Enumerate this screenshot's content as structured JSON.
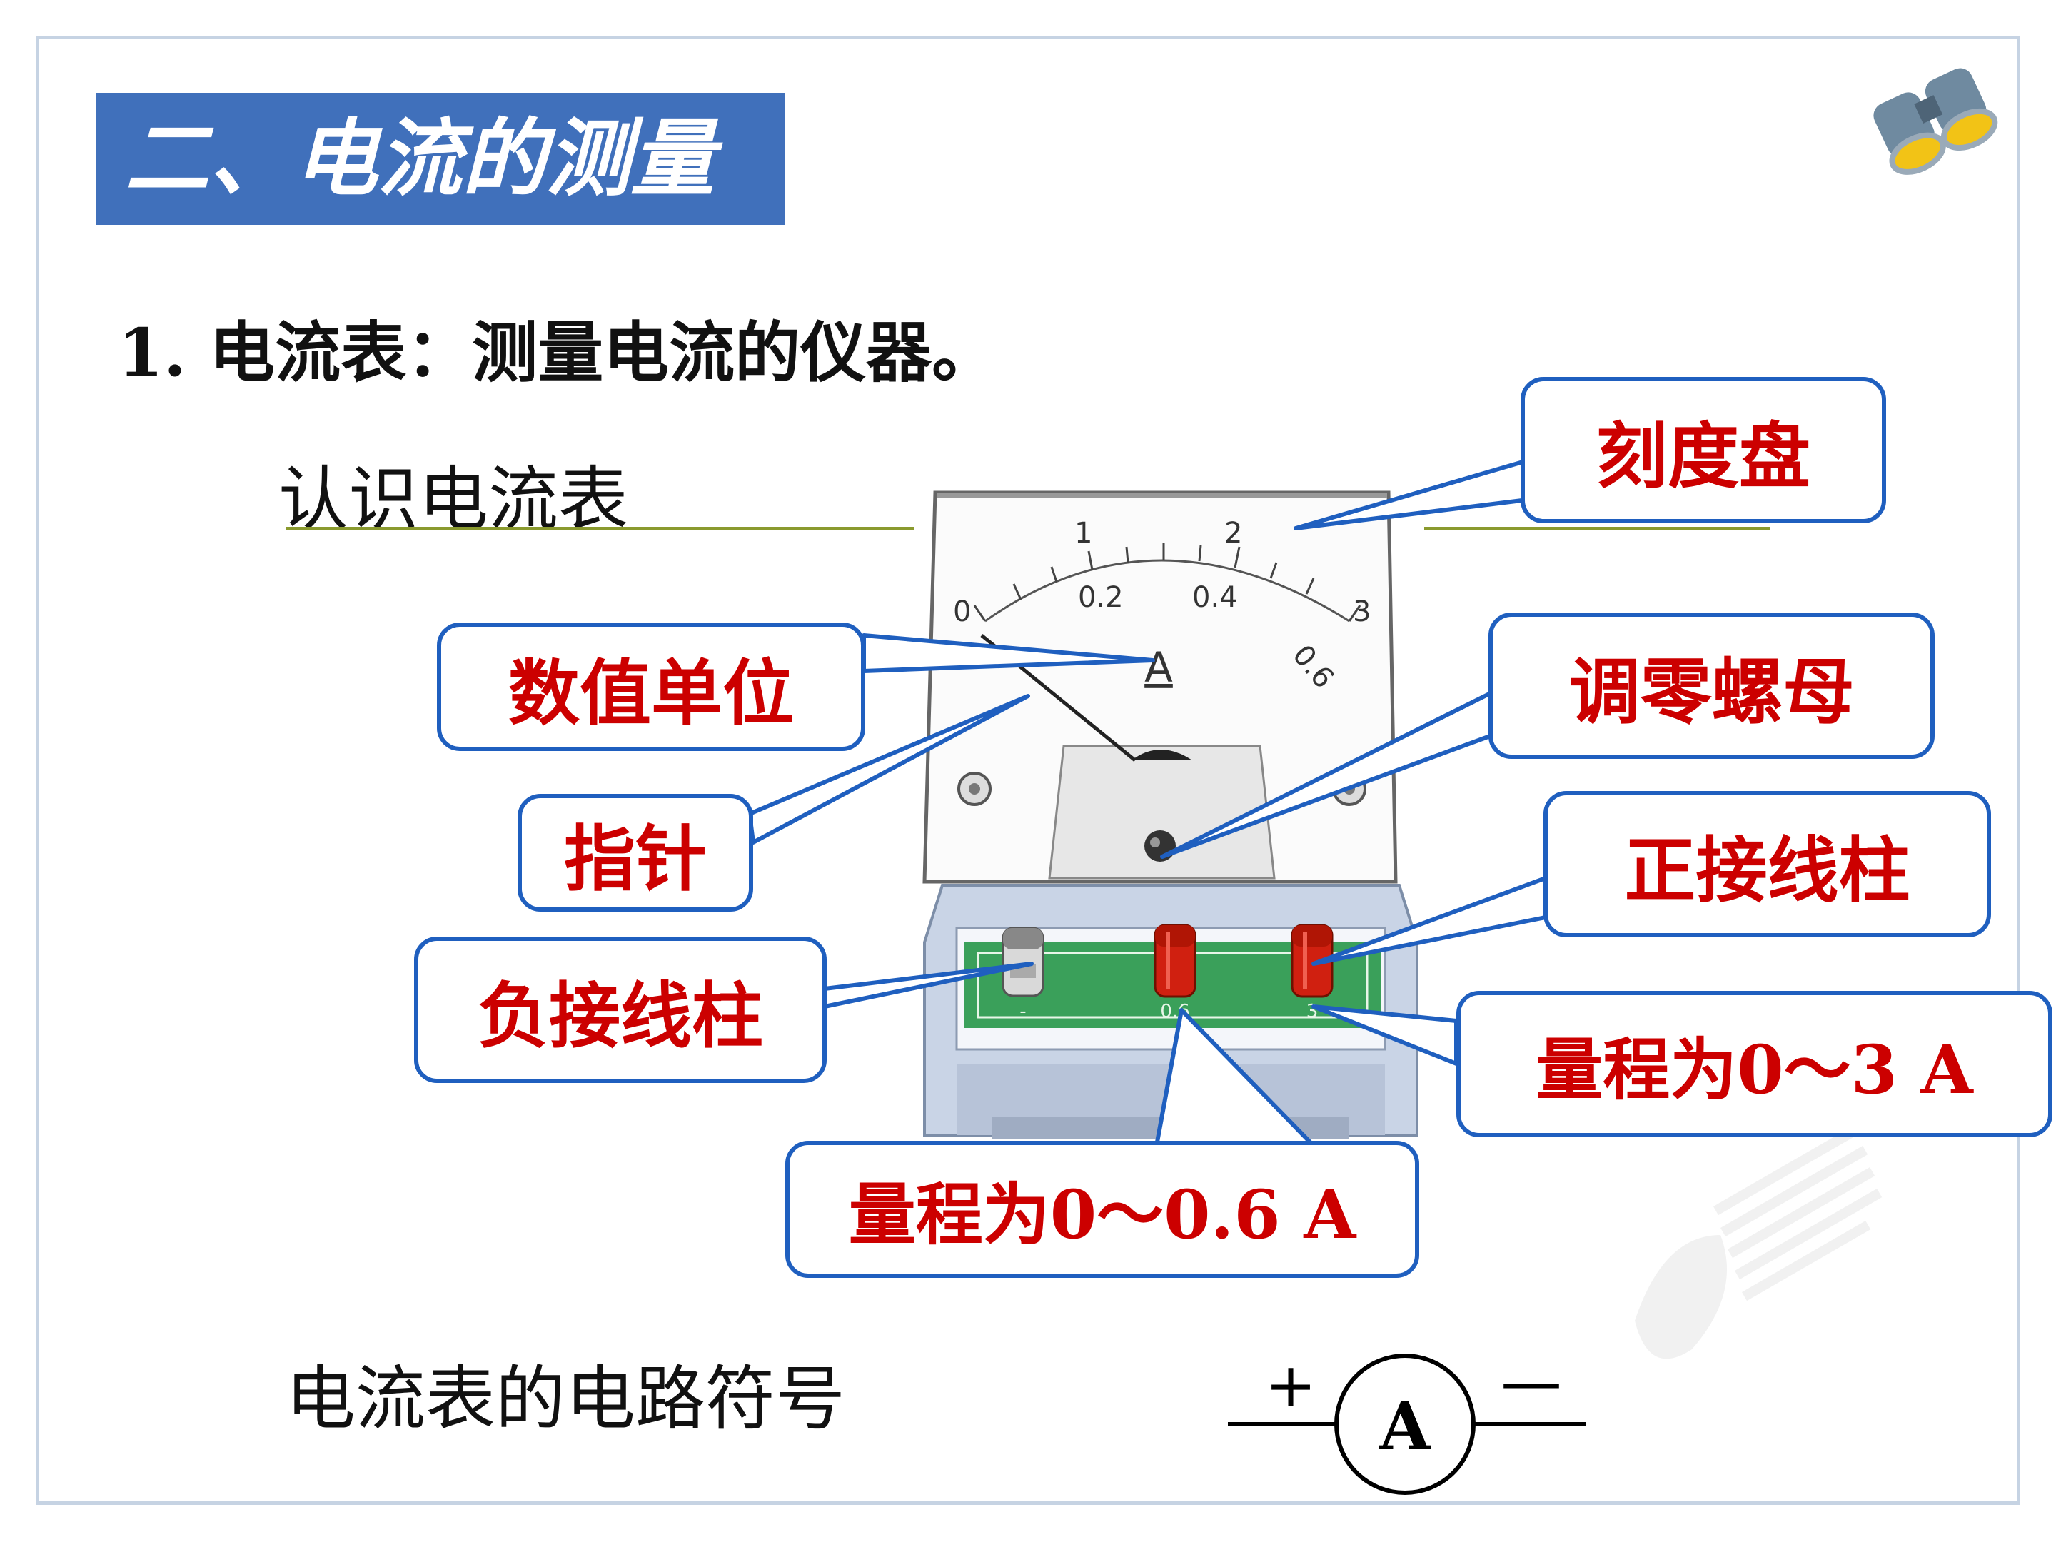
{
  "slide": {
    "title": "二、电流的测量",
    "heading": "1.  电流表：测量电流的仪器。",
    "subheading": "认识电流表",
    "symbol_caption": "电流表的电路符号"
  },
  "callouts": {
    "dial": "刻度盘",
    "unit": "数值单位",
    "pointer": "指针",
    "zero_nut": "调零螺母",
    "positive": "正接线柱",
    "negative": "负接线柱",
    "range_3": "量程为0～3 A",
    "range_06": "量程为0～0.6 A"
  },
  "meter": {
    "upper_scale": [
      "0",
      "1",
      "2",
      "3"
    ],
    "lower_scale": [
      "0.2",
      "0.4",
      "0.6"
    ],
    "unit_letter": "A",
    "terminal_labels": [
      "-",
      "0.6",
      "3"
    ]
  },
  "circuit_symbol": {
    "letter": "A",
    "plus": "+",
    "minus": "—"
  },
  "colors": {
    "title_bg": "#4070bb",
    "callout_border": "#1f5fbf",
    "callout_text": "#cc0000",
    "terminal_red": "#d02010",
    "terminal_board": "#3aa05a"
  },
  "icons": [
    "binoculars-icon",
    "watermark-logo"
  ]
}
